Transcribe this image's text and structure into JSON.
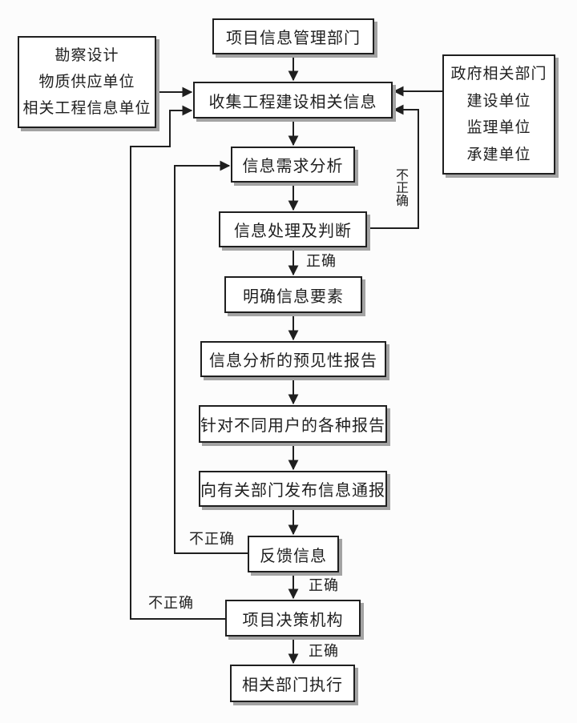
{
  "diagram": {
    "nodes": {
      "title": "项目信息管理部门",
      "collect": "收集工程建设相关信息",
      "demand_analysis": "信息需求分析",
      "processing": "信息处理及判断",
      "clarify": "明确信息要素",
      "predictive_report": "信息分析的预见性报告",
      "user_reports": "针对不同用户的各种报告",
      "publish": "向有关部门发布信息通报",
      "feedback": "反馈信息",
      "decision": "项目决策机构",
      "execute": "相关部门执行"
    },
    "left_sources": {
      "lines": [
        "勘察设计",
        "物质供应单位",
        "相关工程信息单位"
      ]
    },
    "right_sources": {
      "lines": [
        "政府相关部门",
        "建设单位",
        "监理单位",
        "承建单位"
      ]
    },
    "labels": {
      "correct": "正确",
      "incorrect": "不正确"
    },
    "colors": {
      "line": "#1f1f1f",
      "box_background": "#ffffff",
      "box_shadow": "#a3a3a3",
      "page_background": "#fcfcfc"
    }
  }
}
